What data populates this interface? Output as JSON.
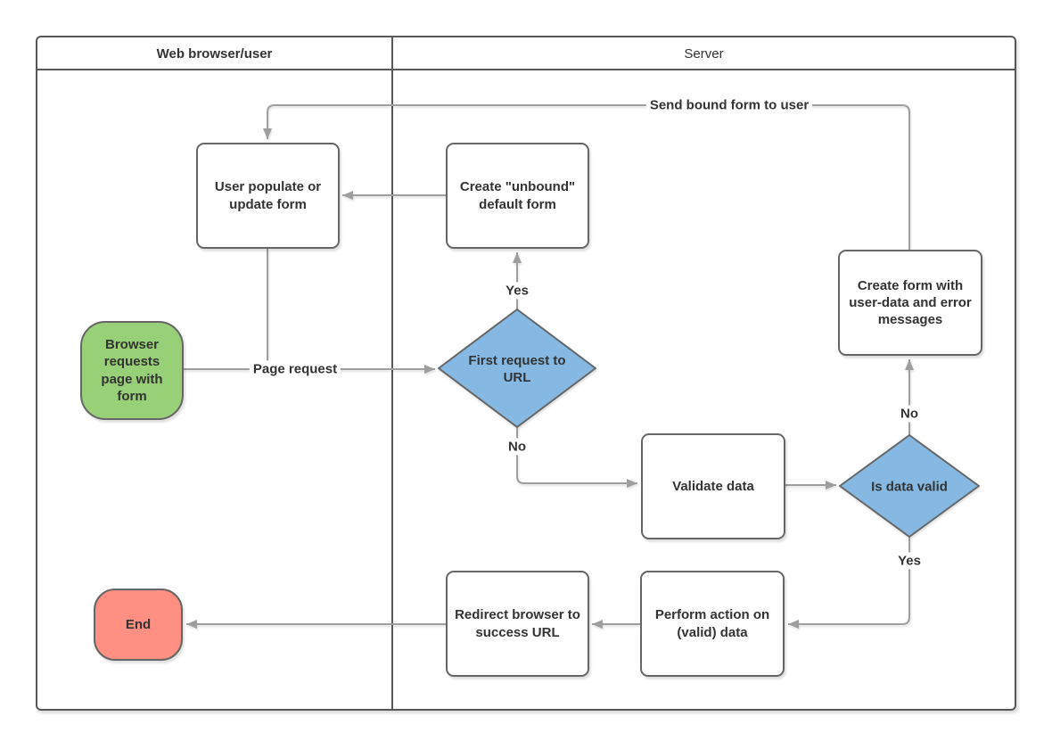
{
  "lanes": [
    {
      "label": "Web browser/user"
    },
    {
      "label": "Server"
    }
  ],
  "nodes": {
    "browser_requests": "Browser requests page with form",
    "user_populate": "User populate or update form",
    "create_unbound": "Create \"unbound\" default form",
    "first_request": "First request to URL",
    "validate_data": "Validate data",
    "is_data_valid": "Is data valid",
    "create_form_errors": "Create form with user-data and error messages",
    "perform_action": "Perform action on (valid) data",
    "redirect_browser": "Redirect browser to success URL",
    "end": "End"
  },
  "edge_labels": {
    "send_bound": "Send bound form to user",
    "page_request": "Page request",
    "first_request_yes": "Yes",
    "first_request_no": "No",
    "is_valid_no": "No",
    "is_valid_yes": "Yes"
  },
  "colors": {
    "node_fill": "#ffffff",
    "node_border": "#666666",
    "lane_border": "#58585a",
    "decision_fill": "#85b9e3",
    "start_fill": "#97d077",
    "end_fill": "#ff8f80",
    "connector": "#9e9e9e",
    "text": "#333333"
  }
}
